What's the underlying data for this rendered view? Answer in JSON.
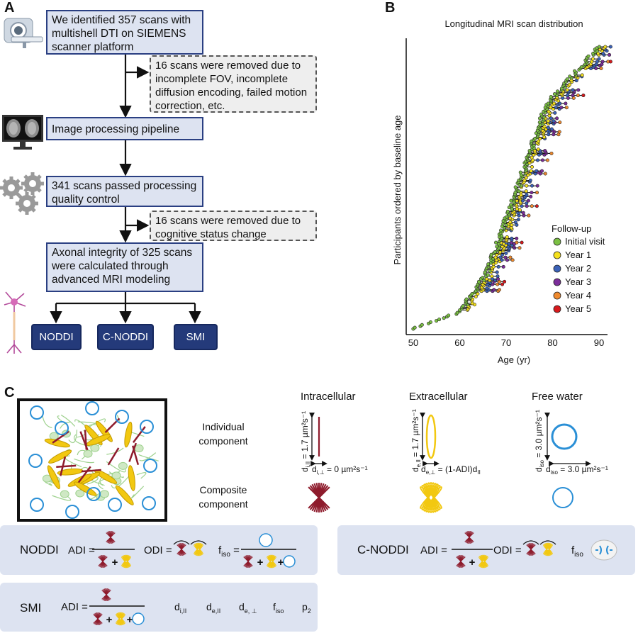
{
  "panels": {
    "a": "A",
    "b": "B",
    "c": "C"
  },
  "flow": {
    "step1": "We identified 357 scans with multishell DTI on SIEMENS scanner platform",
    "note1": "16 scans were removed due to incomplete FOV, incomplete diffusion encoding, failed motion correction, etc.",
    "step2": "Image processing pipeline",
    "step3": "341 scans passed processing quality control",
    "note2": "16 scans were removed due to cognitive status change",
    "step4": "Axonal integrity of 325 scans were calculated through advanced MRI modeling",
    "models": [
      "NODDI",
      "C-NODDI",
      "SMI"
    ]
  },
  "icons": [
    "mri-scanner-icon",
    "brain-monitor-icon",
    "gears-icon",
    "neuron-icon"
  ],
  "chart_data": {
    "type": "scatter",
    "title": "Longitudinal MRI scan distribution",
    "xlabel": "Age (yr)",
    "ylabel": "Participants ordered by baseline age",
    "xlim": [
      48,
      93
    ],
    "xticks": [
      50,
      60,
      70,
      80,
      90
    ],
    "legend": {
      "title": "Follow-up",
      "placement": "bottom-right",
      "entries": [
        {
          "name": "Initial visit",
          "color": "#7bc043"
        },
        {
          "name": "Year 1",
          "color": "#f5e11d"
        },
        {
          "name": "Year 2",
          "color": "#3b62b8"
        },
        {
          "name": "Year 3",
          "color": "#7b2d9a"
        },
        {
          "name": "Year 4",
          "color": "#ef8a2e"
        },
        {
          "name": "Year 5",
          "color": "#d7191c"
        }
      ]
    },
    "participants_approx": 210,
    "baseline_age_range": [
      50,
      90
    ],
    "max_visits": 6
  },
  "compartments": {
    "headers": [
      "Intracellular",
      "Extracellular",
      "Free water"
    ],
    "row1": "Individual component",
    "row2": "Composite component",
    "intra": {
      "d_par": "d",
      "d_par_sub": "i,II",
      "d_par_val": " = 1.7 µm²s⁻¹",
      "d_perp": "d",
      "d_perp_sub": "i,⊥",
      "d_perp_val": " = 0 µm²s⁻¹"
    },
    "extra": {
      "d_par": "d",
      "d_par_sub": "e,II",
      "d_par_val": " = 1.7 µm²s⁻¹",
      "d_perp": "d",
      "d_perp_sub": "e,⊥",
      "d_perp_val": " = (1-ADI)d",
      "d_perp_tail": "II"
    },
    "free": {
      "d_par": "d",
      "d_par_sub": "iso",
      "d_par_val": " = 3.0 µm²s⁻¹",
      "d_perp": "d",
      "d_perp_sub": "iso",
      "d_perp_val": " = 3.0 µm²s⁻¹"
    }
  },
  "models": {
    "noddi": {
      "name": "NODDI",
      "adi": "ADI =",
      "odi": "ODI =",
      "fiso": "f",
      "fiso_sub": "iso",
      "eq": "="
    },
    "cnoddi": {
      "name": "C-NODDI",
      "adi": "ADI =",
      "odi": "ODI =",
      "fiso": "f",
      "fiso_sub": "iso"
    },
    "smi": {
      "name": "SMI",
      "adi": "ADI =",
      "params": [
        {
          "base": "d",
          "sub": "i,II"
        },
        {
          "base": "d",
          "sub": "e,II"
        },
        {
          "base": "d",
          "sub": "e, ⊥"
        },
        {
          "base": "f",
          "sub": "iso"
        },
        {
          "base": "p",
          "sub": "2"
        }
      ]
    },
    "plus": "+"
  },
  "colors": {
    "flow_fill": "#dde3f1",
    "flow_border": "#2a3f82",
    "model_fill": "#243a7a",
    "red": "#8e1b2c",
    "yellow": "#f2c811",
    "blue": "#2a8fd6"
  }
}
